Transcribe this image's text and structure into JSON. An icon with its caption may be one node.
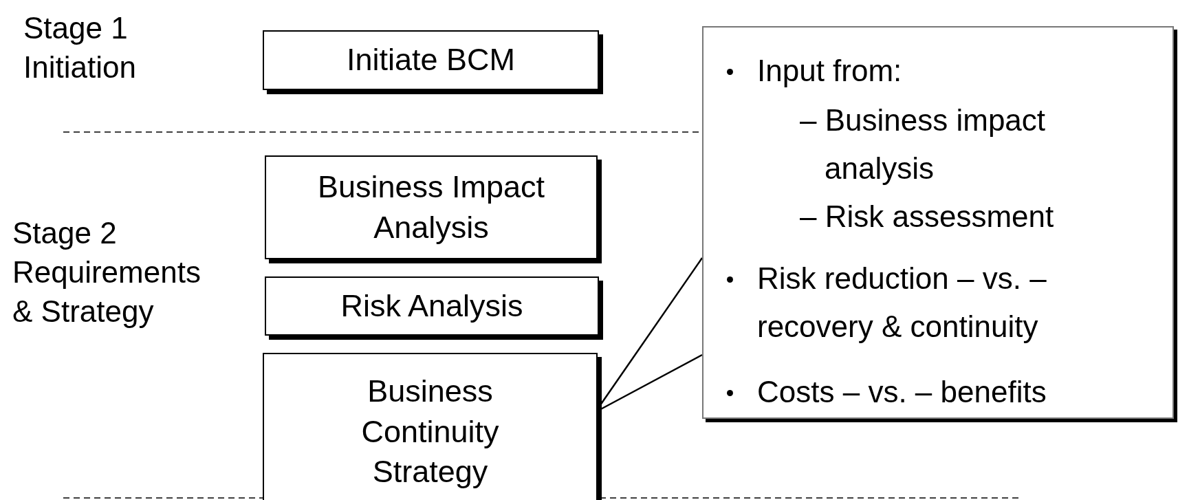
{
  "diagram": {
    "nodes": [
      {
        "text": [
          "Initiate BCM"
        ]
      },
      {
        "text": [
          "Business Impact Analysis"
        ]
      },
      {
        "text": [
          "Risk Analysis"
        ]
      },
      {
        "text": [
          "Business Continuity Strategy"
        ]
      },
      {
        "text": [
          "Input from:",
          "– Business impact analysis",
          "– Risk assessment",
          "Risk reduction – vs. – recovery & continuity",
          "Costs – vs. – benefits"
        ]
      }
    ],
    "edges": [
      {
        "from": 4,
        "to": 3,
        "arrow": "none"
      }
    ],
    "labels": [
      "Stage 1 Initiation",
      "Stage 2 Requirements & Strategy"
    ]
  }
}
